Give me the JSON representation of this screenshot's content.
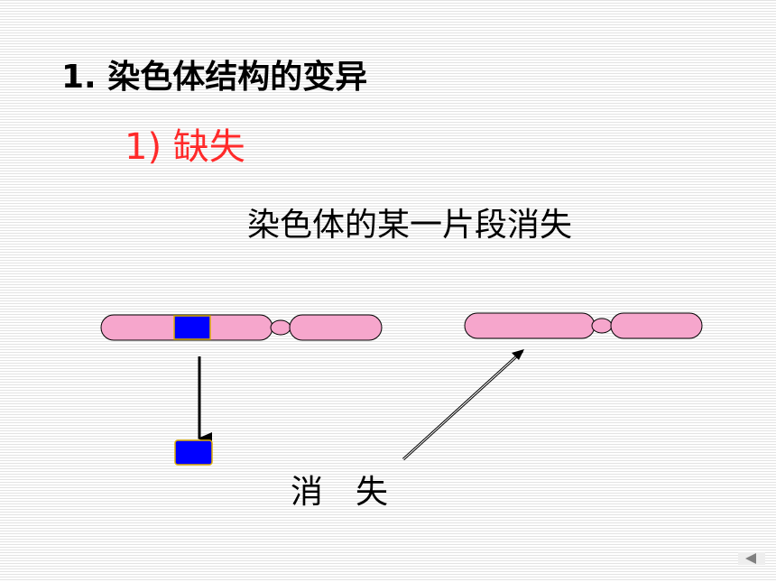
{
  "slide": {
    "title": "1. 染色体结构的变异",
    "subtitle": "1) 缺失",
    "description": "染色体的某一片段消失",
    "caption": "消　失"
  },
  "colors": {
    "chromosome_fill": "#f6a6cc",
    "segment_fill": "#0000ff",
    "segment_border": "#e0b000",
    "subtitle_color": "#ff2a2a",
    "navigation_arrow": "#808080"
  },
  "icons": {
    "navigation": "back-arrow-icon"
  }
}
